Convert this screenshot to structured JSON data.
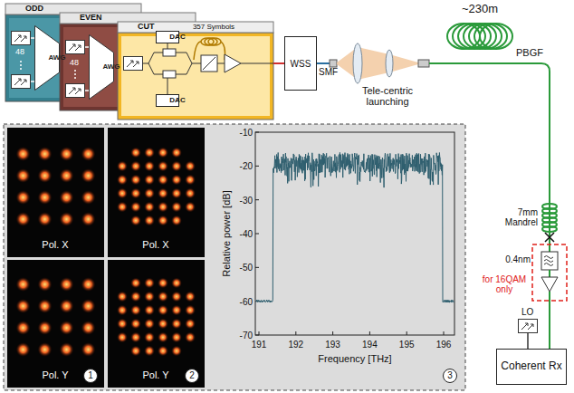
{
  "diagram": {
    "nodes": [
      {
        "text": [
          "ODD"
        ]
      },
      {
        "text": [
          "AWG"
        ],
        "in": 0
      },
      {
        "text": [
          "EVEN"
        ]
      },
      {
        "text": [
          "AWG"
        ],
        "in": 2
      },
      {
        "text": [
          "CUT"
        ]
      },
      {
        "text": [
          "DAC"
        ],
        "in": 4
      },
      {
        "text": [
          "DAC"
        ],
        "in": 4
      },
      {
        "text": [
          "WSS"
        ]
      },
      {
        "text": [
          "Coherent Rx"
        ]
      }
    ],
    "edges": [
      {
        "from": 4,
        "to": 7,
        "arrow": "none"
      }
    ],
    "labels": [
      "48",
      "48",
      "357 Symbols",
      "SMF",
      "Tele-centric launching",
      "~230m",
      "PBGF",
      "7mm Mandrel",
      "0.4nm",
      "for 16QAM only",
      "LO",
      "Pol. X",
      "Pol. Y",
      "Pol. X",
      "Pol. Y",
      "1",
      "2",
      "3",
      "-10",
      "-20",
      "-30",
      "-40",
      "-50",
      "-60",
      "-70",
      "191",
      "192",
      "193",
      "194",
      "195",
      "196",
      "Relative power [dB]",
      "Frequency [THz]"
    ]
  }
}
